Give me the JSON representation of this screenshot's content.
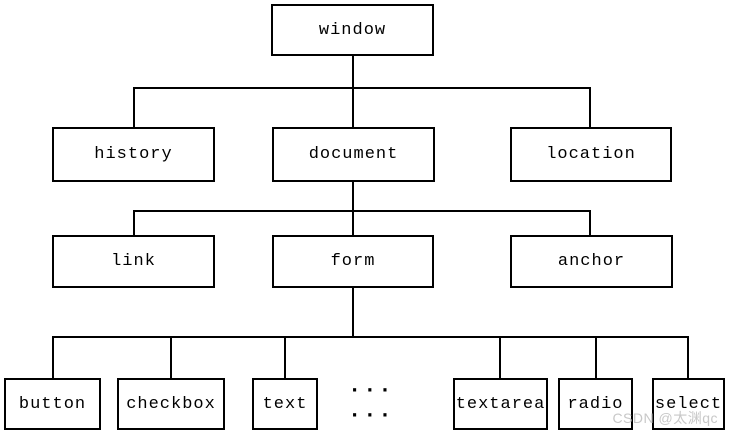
{
  "diagram": {
    "type": "tree",
    "description": "Browser object model hierarchy diagram",
    "nodes": {
      "window": "window",
      "history": "history",
      "document": "document",
      "location": "location",
      "link": "link",
      "form": "form",
      "anchor": "anchor",
      "button": "button",
      "checkbox": "checkbox",
      "text": "text",
      "ellipsis": "··· ···",
      "textarea": "textarea",
      "radio": "radio",
      "select": "select"
    },
    "edges": [
      {
        "from": "window",
        "to": "history"
      },
      {
        "from": "window",
        "to": "document"
      },
      {
        "from": "window",
        "to": "location"
      },
      {
        "from": "document",
        "to": "link"
      },
      {
        "from": "document",
        "to": "form"
      },
      {
        "from": "document",
        "to": "anchor"
      },
      {
        "from": "form",
        "to": "button"
      },
      {
        "from": "form",
        "to": "checkbox"
      },
      {
        "from": "form",
        "to": "text"
      },
      {
        "from": "form",
        "to": "textarea"
      },
      {
        "from": "form",
        "to": "radio"
      },
      {
        "from": "form",
        "to": "select"
      }
    ],
    "colors": {
      "background": "#ffffff",
      "line": "#000000",
      "box_border": "#000000",
      "text": "#000000"
    }
  },
  "watermark": {
    "text": "CSDN @太渊qc",
    "color": "#c8c8c8"
  }
}
